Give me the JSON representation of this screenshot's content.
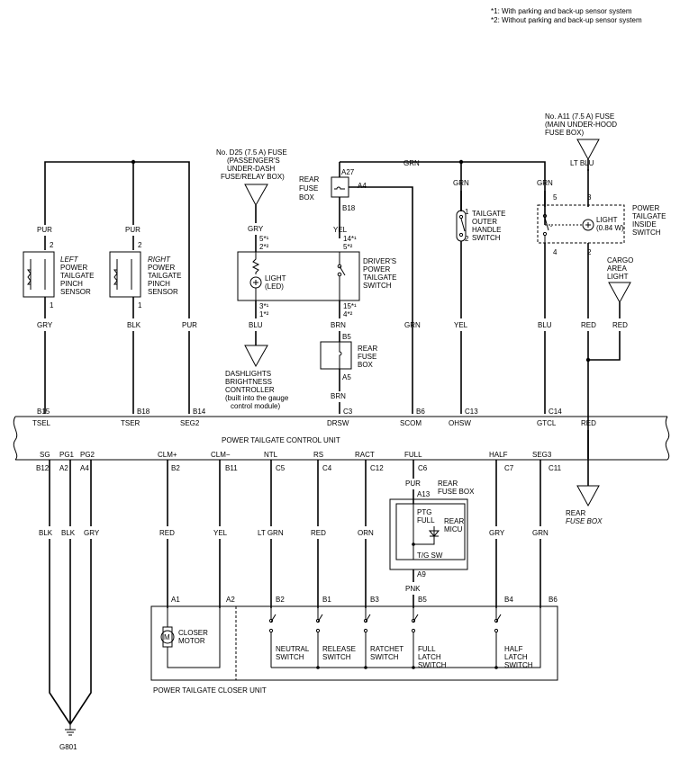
{
  "notes": {
    "n1": "*1: With parking and back-up sensor system",
    "n2": "*2: Without parking and back-up sensor system"
  },
  "fuses": {
    "a11_l1": "No. A11 (7.5 A) FUSE",
    "a11_l2": "(MAIN UNDER-HOOD",
    "a11_l3": "FUSE BOX)",
    "d25_l1": "No. D25 (7.5 A) FUSE",
    "d25_l2": "(PASSENGER'S",
    "d25_l3": "UNDER-DASH",
    "d25_l4": "FUSE/RELAY BOX)"
  },
  "components": {
    "left_sensor": [
      "LEFT",
      "POWER",
      "TAILGATE",
      "PINCH",
      "SENSOR"
    ],
    "right_sensor": [
      "RIGHT",
      "POWER",
      "TAILGATE",
      "PINCH",
      "SENSOR"
    ],
    "light_led": [
      "LIGHT",
      "(LED)"
    ],
    "driver_switch": [
      "DRIVER'S",
      "POWER",
      "TAILGATE",
      "SWITCH"
    ],
    "rear_fuse_box_top": [
      "REAR",
      "FUSE",
      "BOX"
    ],
    "rear_fuse_box_mid": [
      "REAR",
      "FUSE",
      "BOX"
    ],
    "outer_handle": [
      "TAILGATE",
      "OUTER",
      "HANDLE",
      "SWITCH"
    ],
    "inside_switch": [
      "POWER",
      "TAILGATE",
      "INSIDE",
      "SWITCH"
    ],
    "light_084": [
      "LIGHT",
      "(0.84 W)"
    ],
    "cargo_light": [
      "CARGO",
      "AREA",
      "LIGHT"
    ],
    "dashlights": [
      "DASHLIGHTS",
      "BRIGHTNESS",
      "CONTROLLER",
      "(built into the gauge",
      "control module)"
    ],
    "control_unit": "POWER TAILGATE CONTROL UNIT",
    "rear_fuse_box_lower": "REAR",
    "rear_fuse_box_lower2": "FUSE BOX",
    "ptg_full": [
      "PTG",
      "FULL"
    ],
    "rear_micu": [
      "REAR",
      "MICU"
    ],
    "tg_sw": "T/G SW",
    "closer_motor": [
      "CLOSER",
      "MOTOR"
    ],
    "neutral_switch": [
      "NEUTRAL",
      "SWITCH"
    ],
    "release_switch": [
      "RELEASE",
      "SWITCH"
    ],
    "ratchet_switch": [
      "RATCHET",
      "SWITCH"
    ],
    "full_latch": [
      "FULL",
      "LATCH",
      "SWITCH"
    ],
    "half_latch": [
      "HALF",
      "LATCH",
      "SWITCH"
    ],
    "closer_unit": "POWER TAILGATE CLOSER UNIT",
    "rear_fuse_box_right": [
      "REAR",
      "FUSE BOX"
    ],
    "ground": "G801"
  },
  "wires": {
    "grn": "GRN",
    "lt_blu": "LT BLU",
    "pur": "PUR",
    "gry": "GRY",
    "blk": "BLK",
    "blu": "BLU",
    "yel": "YEL",
    "brn": "BRN",
    "red": "RED",
    "lt_grn": "LT GRN",
    "orn": "ORN",
    "pnk": "PNK"
  },
  "pins": {
    "p2": "2",
    "p1": "1",
    "p5": "5",
    "p3": "3",
    "p4": "4",
    "a27": "A27",
    "a4": "A4",
    "b18": "B18",
    "b5": "B5",
    "a5": "A5",
    "d_top1": "14*¹",
    "d_top2": "5*²",
    "d_bot1": "15*¹",
    "d_bot2": "4*²",
    "l_top1": "5*¹",
    "l_top2": "2*²",
    "l_bot1": "3*¹",
    "l_bot2": "1*²",
    "b15": "B15",
    "b14": "B14",
    "c3": "C3",
    "b6": "B6",
    "c13": "C13",
    "c14": "C14",
    "b12": "B12",
    "a2": "A2",
    "b2": "B2",
    "b11": "B11",
    "c5": "C5",
    "c4": "C4",
    "c12": "C12",
    "c6": "C6",
    "c7": "C7",
    "c11": "C11",
    "a13": "A13",
    "a9": "A9",
    "a1": "A1",
    "b3": "B3",
    "b1": "B1",
    "b4": "B4"
  },
  "terminals": {
    "tsel": "TSEL",
    "tser": "TSER",
    "seg2": "SEG2",
    "drsw": "DRSW",
    "scom": "SCOM",
    "ohsw": "OHSW",
    "gtcl": "GTCL",
    "sg": "SG",
    "pg1": "PG1",
    "pg2": "PG2",
    "clm_plus": "CLM+",
    "clm_minus": "CLM−",
    "ntl": "NTL",
    "rs": "RS",
    "ract": "RACT",
    "full": "FULL",
    "half": "HALF",
    "seg3": "SEG3"
  }
}
